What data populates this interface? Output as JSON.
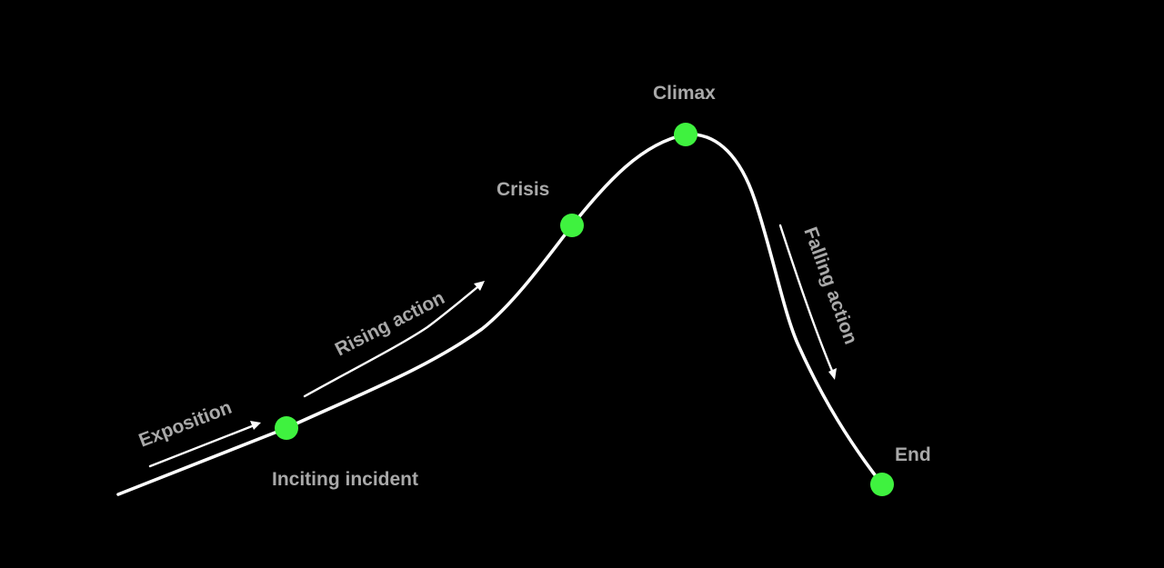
{
  "diagram": {
    "colors": {
      "background": "#000000",
      "curve": "#ffffff",
      "point": "#3ff23f",
      "label": "#a9a9a9"
    },
    "points": {
      "inciting_incident": "Inciting incident",
      "crisis": "Crisis",
      "climax": "Climax",
      "end": "End"
    },
    "phases": {
      "exposition": "Exposition",
      "rising_action": "Rising action",
      "falling_action": "Falling action"
    }
  }
}
